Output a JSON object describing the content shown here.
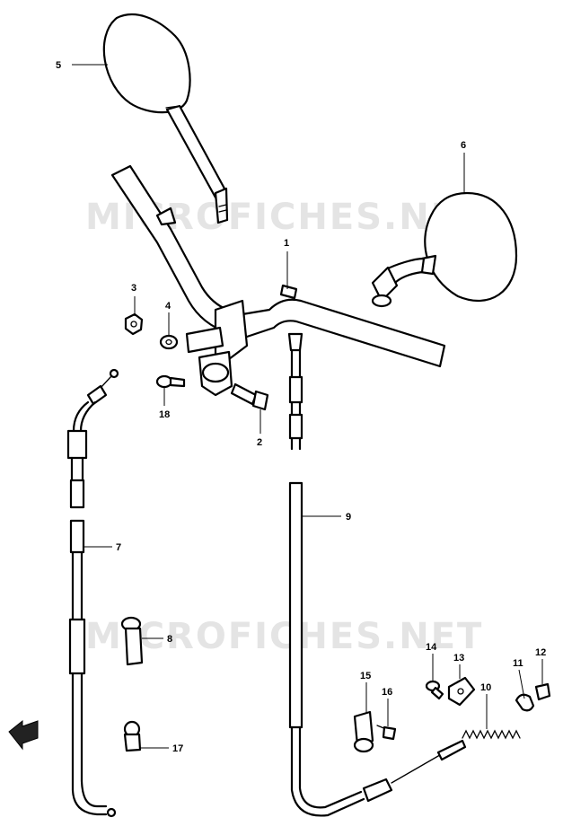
{
  "watermarks": [
    "MICROFICHES.NET",
    "MICROFICHES.NET"
  ],
  "callouts": {
    "p1": "1",
    "p2": "2",
    "p3": "3",
    "p4": "4",
    "p5": "5",
    "p6": "6",
    "p7": "7",
    "p8": "8",
    "p9": "9",
    "p10": "10",
    "p11": "11",
    "p12": "12",
    "p13": "13",
    "p14": "14",
    "p15": "15",
    "p16": "16",
    "p17": "17",
    "p18": "18"
  }
}
